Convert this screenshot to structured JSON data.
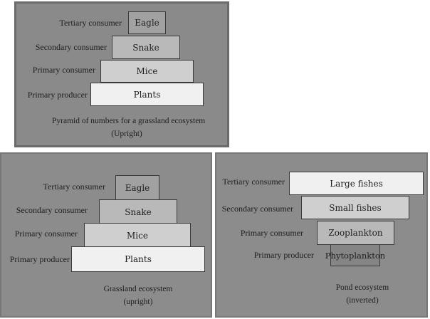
{
  "panels": {
    "top": {
      "levels": [
        {
          "label": "Tertiary consumer",
          "organism": "Eagle"
        },
        {
          "label": "Secondary consumer",
          "organism": "Snake"
        },
        {
          "label": "Primary consumer",
          "organism": "Mice"
        },
        {
          "label": "Primary producer",
          "organism": "Plants"
        }
      ],
      "caption_line1": "Pyramid of numbers for a grassland ecosystem",
      "caption_line2": "(Upright)"
    },
    "grassland": {
      "levels": [
        {
          "label": "Tertiary consumer",
          "organism": "Eagle"
        },
        {
          "label": "Secondary consumer",
          "organism": "Snake"
        },
        {
          "label": "Primary consumer",
          "organism": "Mice"
        },
        {
          "label": "Primary producer",
          "organism": "Plants"
        }
      ],
      "caption_line1": "Grassland ecosystem",
      "caption_line2": "(upright)"
    },
    "pond": {
      "levels": [
        {
          "label": "Tertiary consumer",
          "organism": "Large fishes"
        },
        {
          "label": "Secondary consumer",
          "organism": "Small fishes"
        },
        {
          "label": "Primary consumer",
          "organism": "Zooplankton"
        },
        {
          "label": "Primary producer",
          "organism": "Phytoplankton"
        }
      ],
      "caption_line1": "Pond ecosystem",
      "caption_line2": "(inverted)"
    }
  }
}
